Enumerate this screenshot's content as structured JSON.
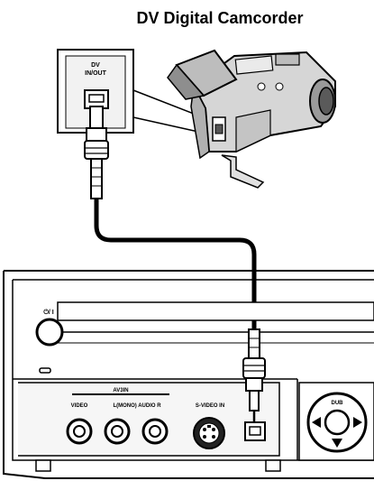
{
  "header": {
    "title": "DV Digital Camcorder"
  },
  "camcorder": {
    "port_label_line1": "DV",
    "port_label_line2": "IN/OUT"
  },
  "recorder": {
    "power_label": "⏻/ I",
    "av_group_label": "AV3IN",
    "jack_labels": [
      "VIDEO",
      "L(MONO) AUDIO R",
      "S-VIDEO IN"
    ],
    "nav_label": "DUB"
  },
  "colors": {
    "ink": "#000000",
    "paper": "#ffffff",
    "camera_body": "#d8d8d8",
    "camera_shade": "#a9a9a9",
    "panel": "#f4f4f4"
  }
}
